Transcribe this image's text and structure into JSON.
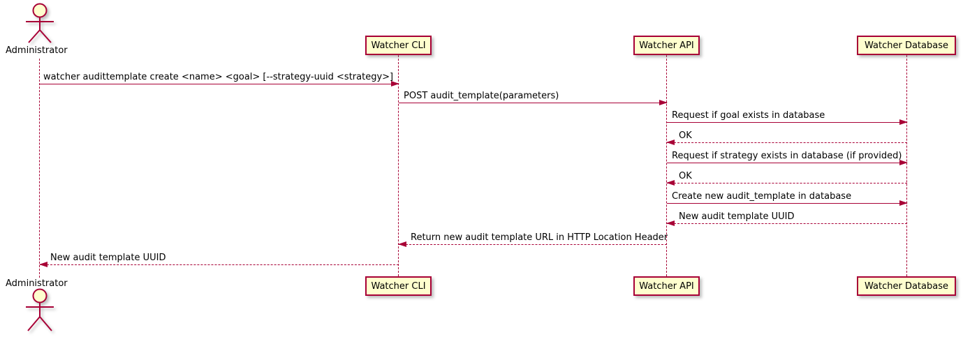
{
  "diagram": {
    "type": "uml-sequence",
    "colors": {
      "participant_fill": "#FEFECE",
      "stroke": "#A80036",
      "text": "#000000",
      "background": "#FFFFFF"
    }
  },
  "actor": {
    "name": "Administrator"
  },
  "participants": [
    {
      "label": "Watcher CLI"
    },
    {
      "label": "Watcher API"
    },
    {
      "label": "Watcher Database"
    }
  ],
  "messages": [
    {
      "from": "Administrator",
      "to": "Watcher CLI",
      "line": "solid",
      "label": "watcher audittemplate create <name> <goal> [--strategy-uuid <strategy>]"
    },
    {
      "from": "Watcher CLI",
      "to": "Watcher API",
      "line": "solid",
      "label": "POST audit_template(parameters)"
    },
    {
      "from": "Watcher API",
      "to": "Watcher Database",
      "line": "solid",
      "label": "Request if goal exists in database"
    },
    {
      "from": "Watcher Database",
      "to": "Watcher API",
      "line": "dashed",
      "label": "OK"
    },
    {
      "from": "Watcher API",
      "to": "Watcher Database",
      "line": "solid",
      "label": "Request if strategy exists in database (if provided)"
    },
    {
      "from": "Watcher Database",
      "to": "Watcher API",
      "line": "dashed",
      "label": "OK"
    },
    {
      "from": "Watcher API",
      "to": "Watcher Database",
      "line": "solid",
      "label": "Create new audit_template in database"
    },
    {
      "from": "Watcher Database",
      "to": "Watcher API",
      "line": "dashed",
      "label": "New audit template UUID"
    },
    {
      "from": "Watcher API",
      "to": "Watcher CLI",
      "line": "dashed",
      "label": "Return new audit template URL in HTTP Location Header"
    },
    {
      "from": "Watcher CLI",
      "to": "Administrator",
      "line": "dashed",
      "label": "New audit template UUID"
    }
  ]
}
